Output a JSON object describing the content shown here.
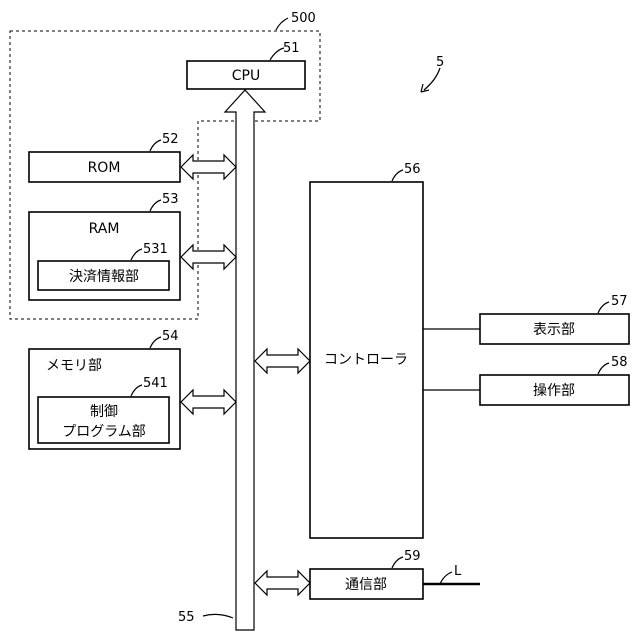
{
  "figure_ref": "5",
  "group_ref": "500",
  "blocks": {
    "cpu": {
      "label": "CPU",
      "ref": "51"
    },
    "rom": {
      "label": "ROM",
      "ref": "52"
    },
    "ram": {
      "label": "RAM",
      "ref": "53"
    },
    "payment_info": {
      "label": "決済情報部",
      "ref": "531"
    },
    "memory": {
      "label": "メモリ部",
      "ref": "54"
    },
    "control_program": {
      "label_line1": "制御",
      "label_line2": "プログラム部",
      "ref": "541"
    },
    "bus": {
      "ref": "55"
    },
    "controller": {
      "label": "コントローラ",
      "ref": "56"
    },
    "display": {
      "label": "表示部",
      "ref": "57"
    },
    "operation": {
      "label": "操作部",
      "ref": "58"
    },
    "communication": {
      "label": "通信部",
      "ref": "59"
    },
    "line": {
      "label": "L"
    }
  }
}
